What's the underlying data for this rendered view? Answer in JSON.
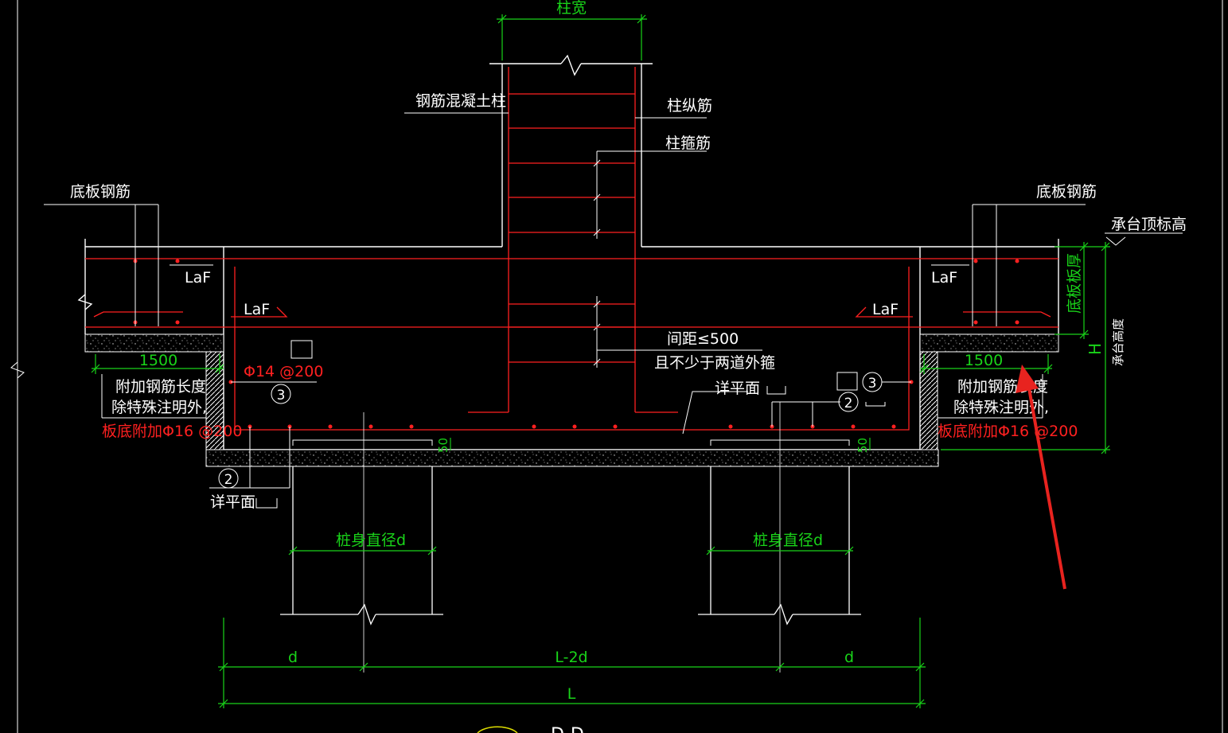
{
  "colors": {
    "background": "#000000",
    "outline": "#ffffff",
    "rebar": "#ff2020",
    "dimension": "#19d419",
    "arrow": "#e8231f"
  },
  "labels": {
    "column_width": "柱宽",
    "rc_column": "钢筋混凝土柱",
    "column_long_bar": "柱纵筋",
    "column_stirrup": "柱箍筋",
    "bottom_plate_rebar_left": "底板钢筋",
    "bottom_plate_rebar_right": "底板钢筋",
    "cap_top_elevation": "承台顶标高",
    "plate_thickness": "底板板厚",
    "cap_height": "承台高度",
    "h_mark": "H",
    "laf_1": "LaF",
    "laf_2": "LaF",
    "laf_3": "LaF",
    "laf_4": "LaF",
    "spacing_1": "间距≤500",
    "spacing_2": "且不少于两道外箍",
    "rebar_spec": "Φ14 @200",
    "see_plan_1": "详平面",
    "see_plan_2": "详平面",
    "len_1500_left": "1500",
    "len_1500_right": "1500",
    "note_left_1": "附加钢筋长度",
    "note_left_2": "除特殊注明外,",
    "note_left_red": "板底附加Φ16 @200",
    "note_right_1": "附加钢筋长度",
    "note_right_2": "除特殊注明外,",
    "note_right_red": "板底附加Φ16 @200",
    "num_50_left": "50",
    "num_50_right": "50",
    "pile_dia_left": "桩身直径d",
    "pile_dia_right": "桩身直径d",
    "dim_d_left": "d",
    "dim_l2d": "L-2d",
    "dim_d_right": "d",
    "dim_l": "L",
    "bottom_partial": "D-D"
  },
  "markers": {
    "m3_left": "3",
    "m3_right": "3",
    "m2_left": "2",
    "m2_right": "2"
  }
}
